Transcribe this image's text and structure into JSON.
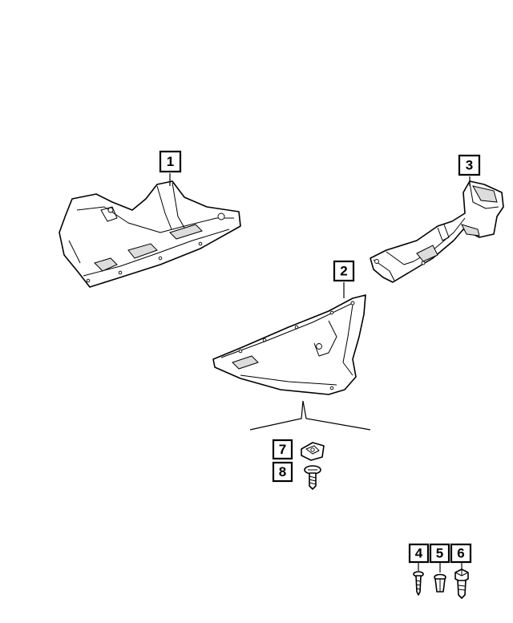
{
  "diagram": {
    "callouts": [
      {
        "id": "1",
        "label": "1"
      },
      {
        "id": "2",
        "label": "2"
      },
      {
        "id": "3",
        "label": "3"
      },
      {
        "id": "4",
        "label": "4"
      },
      {
        "id": "5",
        "label": "5"
      },
      {
        "id": "6",
        "label": "6"
      },
      {
        "id": "7",
        "label": "7"
      },
      {
        "id": "8",
        "label": "8"
      }
    ],
    "colors": {
      "line": "#000000",
      "shade": "#dcdcdc",
      "background": "#ffffff"
    }
  }
}
